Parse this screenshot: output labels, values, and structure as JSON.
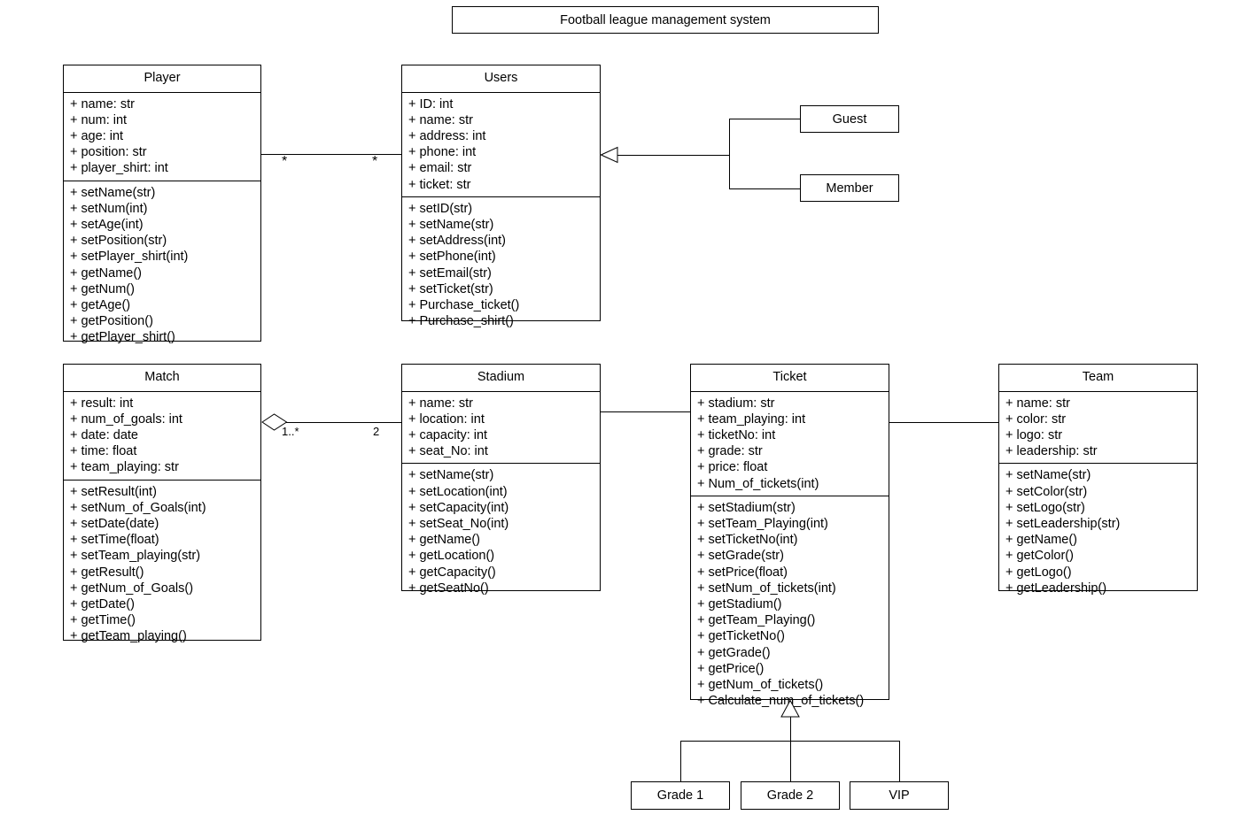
{
  "diagram": {
    "title": "Football league management system",
    "type": "uml-class-diagram"
  },
  "classes": {
    "player": {
      "name": "Player",
      "attributes": [
        "+ name: str",
        "+ num: int",
        "+ age: int",
        "+ position: str",
        "+ player_shirt: int"
      ],
      "methods": [
        "+ setName(str)",
        "+ setNum(int)",
        "+ setAge(int)",
        "+ setPosition(str)",
        "+ setPlayer_shirt(int)",
        "+ getName()",
        "+ getNum()",
        "+ getAge()",
        "+ getPosition()",
        "+ getPlayer_shirt()"
      ]
    },
    "users": {
      "name": "Users",
      "attributes": [
        "+ ID: int",
        "+ name: str",
        "+ address: int",
        "+ phone: int",
        "+ email: str",
        "+ ticket: str"
      ],
      "methods": [
        "+ setID(str)",
        "+ setName(str)",
        "+ setAddress(int)",
        "+ setPhone(int)",
        "+ setEmail(str)",
        "+ setTicket(str)",
        "+ Purchase_ticket()",
        "+ Purchase_shirt()"
      ]
    },
    "match": {
      "name": "Match",
      "attributes": [
        "+ result: int",
        "+ num_of_goals: int",
        "+ date: date",
        "+ time: float",
        "+ team_playing: str"
      ],
      "methods": [
        "+ setResult(int)",
        "+ setNum_of_Goals(int)",
        "+ setDate(date)",
        "+ setTime(float)",
        "+ setTeam_playing(str)",
        "+ getResult()",
        "+ getNum_of_Goals()",
        "+ getDate()",
        "+ getTime()",
        "+ getTeam_playing()"
      ]
    },
    "stadium": {
      "name": "Stadium",
      "attributes": [
        "+ name: str",
        "+ location: int",
        "+ capacity: int",
        "+ seat_No: int"
      ],
      "methods": [
        "+ setName(str)",
        "+ setLocation(int)",
        "+ setCapacity(int)",
        "+ setSeat_No(int)",
        "+ getName()",
        "+ getLocation()",
        "+ getCapacity()",
        "+ getSeatNo()"
      ]
    },
    "ticket": {
      "name": "Ticket",
      "attributes": [
        "+ stadium: str",
        "+ team_playing: int",
        "+ ticketNo: int",
        "+ grade: str",
        "+ price: float",
        "+ Num_of_tickets(int)"
      ],
      "methods": [
        "+ setStadium(str)",
        "+ setTeam_Playing(int)",
        "+ setTicketNo(int)",
        "+ setGrade(str)",
        "+ setPrice(float)",
        "+ setNum_of_tickets(int)",
        "+ getStadium()",
        "+ getTeam_Playing()",
        "+ getTicketNo()",
        "+ getGrade()",
        "+ getPrice()",
        "+ getNum_of_tickets()",
        "+ Calculate_num_of_tickets()"
      ]
    },
    "team": {
      "name": "Team",
      "attributes": [
        "+ name: str",
        "+ color: str",
        "+ logo: str",
        "+ leadership: str"
      ],
      "methods": [
        "+ setName(str)",
        "+ setColor(str)",
        "+ setLogo(str)",
        "+ setLeadership(str)",
        "+ getName()",
        "+ getColor()",
        "+ getLogo()",
        "+ getLeadership()"
      ]
    }
  },
  "subclasses": {
    "guest": {
      "name": "Guest"
    },
    "member": {
      "name": "Member"
    },
    "grade1": {
      "name": "Grade 1"
    },
    "grade2": {
      "name": "Grade 2"
    },
    "vip": {
      "name": "VIP"
    }
  },
  "relationships": {
    "player_users": {
      "source_multiplicity": "*",
      "target_multiplicity": "*",
      "kind": "association"
    },
    "match_stadium": {
      "source_multiplicity": "1..*",
      "target_multiplicity": "2",
      "kind": "aggregation"
    },
    "stadium_ticket": {
      "kind": "association"
    },
    "ticket_team": {
      "kind": "association"
    },
    "users_generalization": {
      "kind": "generalization"
    },
    "ticket_generalization": {
      "kind": "generalization"
    }
  },
  "colors": {
    "stroke": "#000000",
    "fill": "#ffffff",
    "text": "#000000"
  }
}
